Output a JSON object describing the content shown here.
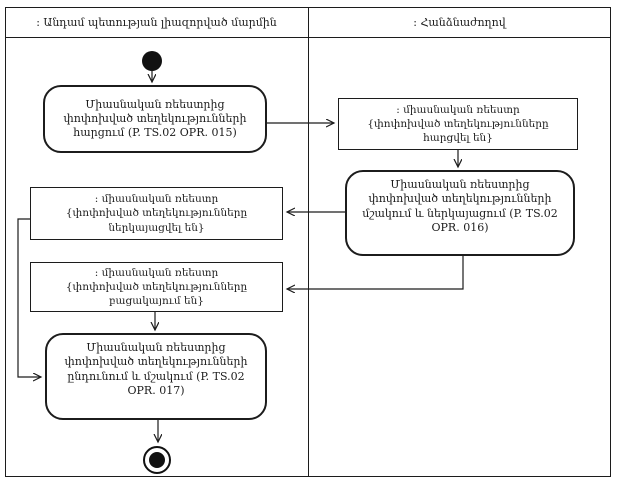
{
  "diagram": {
    "type": "uml-activity-diagram",
    "lanes": [
      {
        "label": ": Անդամ պետության լիազորված մարմին"
      },
      {
        "label": ": Հանձնաժողով"
      }
    ],
    "activities": {
      "request": {
        "label": "Միասնական ռեեստրից փոփոխված տեղեկությունների հարցում (P. TS.02 OPR. 015)"
      },
      "process_present": {
        "label": "Միասնական ռեեստրից փոփոխված տեղեկությունների մշակում և ներկայացում (P. TS.02 OPR. 016)"
      },
      "receive_process": {
        "label": "Միասնական ռեեստրից փոփոխված տեղեկությունների ընդունում և մշակում (P. TS.02 OPR. 017)"
      }
    },
    "objects": {
      "requested": {
        "title": ": միասնական ռեեստր",
        "state": "{փոփոխված տեղեկությունները հարցվել են}"
      },
      "presented": {
        "title": ": միասնական ռեեստր",
        "state": "{փոփոխված տեղեկությունները ներկայացվել են}"
      },
      "absent": {
        "title": ": միասնական ռեեստր",
        "state": "{փոփոխված տեղեկությունները բացակայում են}"
      }
    },
    "colors": {
      "line": "#1c1c1c",
      "background": "#ffffff"
    }
  }
}
